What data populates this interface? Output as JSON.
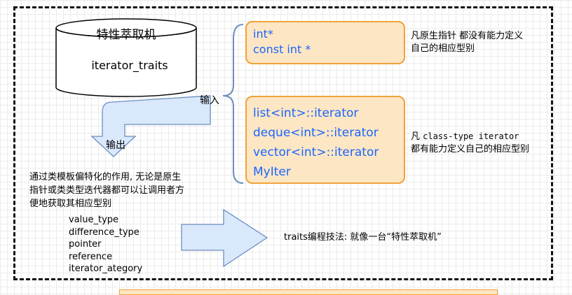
{
  "cylinder": {
    "title": "特性萃取机",
    "text": "iterator_traits"
  },
  "labels": {
    "input": "输入",
    "output": "输出"
  },
  "pointer_box": {
    "lines": [
      "int*",
      "const int *"
    ]
  },
  "pointer_note": {
    "lines": [
      "凡原生指针 都没有能力定义",
      "自己的相应型别"
    ]
  },
  "class_box": {
    "lines": [
      "list<int>::iterator",
      "deque<int>::iterator",
      "vector<int>::iterator",
      "MyIter"
    ]
  },
  "class_note": {
    "prefix": "凡 ",
    "code": "class-type iterator",
    "line2": "都有能力定义自己的相应型别"
  },
  "description": {
    "lines": [
      "通过类模板偏特化的作用, 无论是原生",
      "指针或类类型迭代器都可以让调用者方",
      "便地获取其相应型别"
    ]
  },
  "associated_types": [
    "value_type",
    "difference_type",
    "pointer",
    "reference",
    "iterator_ategory"
  ],
  "traits_caption": "traits编程技法: 就像一台“特性萃取机”",
  "colors": {
    "box_fill": "#fde6c3",
    "box_border": "#f0a23a",
    "box_text": "#1a66ff",
    "arrow_fill": "#dae8fc",
    "arrow_border": "#6c8ebf",
    "frame": "#111111"
  }
}
